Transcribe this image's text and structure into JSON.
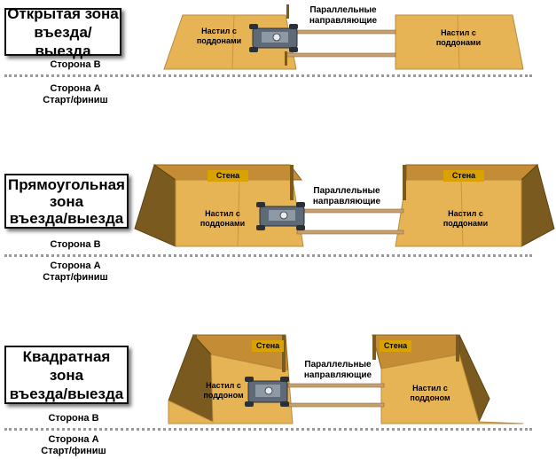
{
  "colors": {
    "floor": "#e7b455",
    "floor_edge": "#b98a3a",
    "wall_dark": "#7a5a1e",
    "wall_light": "#c48d35",
    "rail": "#c7a070",
    "sign": "#d9a200"
  },
  "diagrams": [
    {
      "zone_label": "Открытая зона\nвъезда/выезда",
      "side_b": "Сторона B",
      "side_a": "Сторона A\nСтарт/финиш",
      "rails_label": "Параллельные\nнаправляющие",
      "left_floor_label": "Настил с\nподдонами",
      "right_floor_label": "Настил с\nподдонами"
    },
    {
      "zone_label": "Прямоугольная\nзона\nвъезда/выезда",
      "side_b": "Сторона B",
      "side_a": "Сторона A\nСтарт/финиш",
      "rails_label": "Параллельные\nнаправляющие",
      "left_floor_label": "Настил с\nподдонами",
      "right_floor_label": "Настил с\nподдонами",
      "left_wall_sign": "Стена",
      "right_wall_sign": "Стена"
    },
    {
      "zone_label": "Квадратная зона\nвъезда/выезда",
      "side_b": "Сторона B",
      "side_a": "Сторона A\nСтарт/финиш",
      "rails_label": "Параллельные\nнаправляющие",
      "left_floor_label": "Настил с\nподдоном",
      "right_floor_label": "Настил с\nподдоном",
      "left_wall_sign": "Стена",
      "right_wall_sign": "Стена"
    }
  ]
}
